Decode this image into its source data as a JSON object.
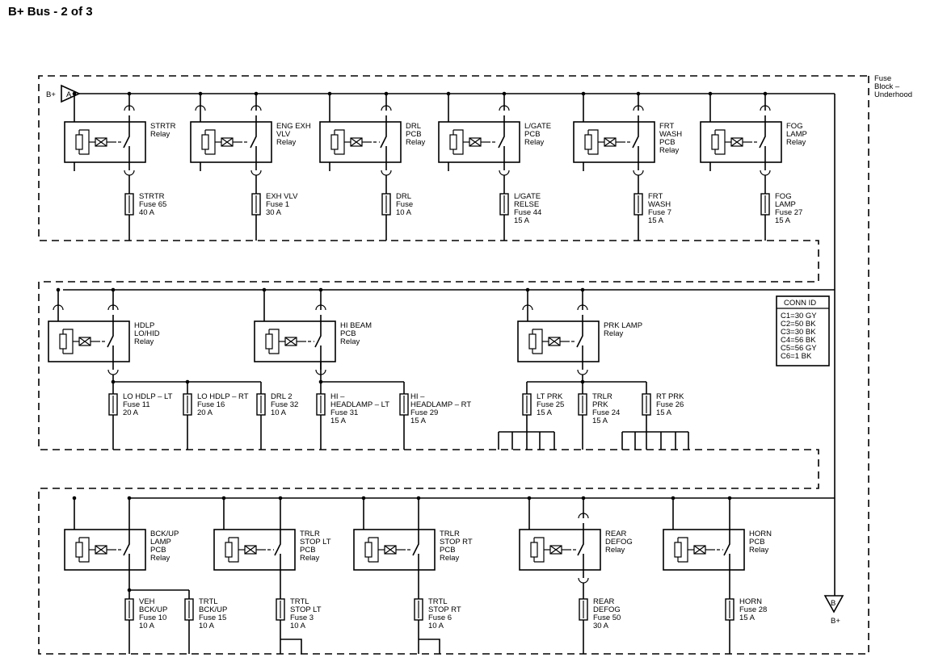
{
  "title": "B+ Bus - 2 of 3",
  "connector_a": {
    "label": "A",
    "bus": "B+"
  },
  "connector_b": {
    "label": "B",
    "bus": "B+"
  },
  "fuse_block": [
    "Fuse",
    "Block –",
    "Underhood"
  ],
  "conn_id": {
    "title": "CONN ID",
    "rows": [
      "C1=30 GY",
      "C2=50 BK",
      "C3=30 BK",
      "C4=56 BK",
      "C5=56 GY",
      "C6=1 BK"
    ]
  },
  "relays": [
    {
      "name": "strtr-relay",
      "lines": [
        "STRTR",
        "Relay"
      ]
    },
    {
      "name": "eng-exh-vlv-relay",
      "lines": [
        "ENG EXH",
        "VLV",
        "Relay"
      ]
    },
    {
      "name": "drl-pcb-relay",
      "lines": [
        "DRL",
        "PCB",
        "Relay"
      ]
    },
    {
      "name": "lgate-pcb-relay",
      "lines": [
        "L/GATE",
        "PCB",
        "Relay"
      ]
    },
    {
      "name": "frt-wash-pcb-relay",
      "lines": [
        "FRT",
        "WASH",
        "PCB",
        "Relay"
      ]
    },
    {
      "name": "fog-lamp-relay",
      "lines": [
        "FOG",
        "LAMP",
        "Relay"
      ]
    },
    {
      "name": "hdlp-lohid-relay",
      "lines": [
        "HDLP",
        "LO/HID",
        "Relay"
      ]
    },
    {
      "name": "hi-beam-pcb-relay",
      "lines": [
        "HI BEAM",
        "PCB",
        "Relay"
      ]
    },
    {
      "name": "prk-lamp-relay",
      "lines": [
        "PRK LAMP",
        "Relay"
      ]
    },
    {
      "name": "bckup-lamp-pcb-relay",
      "lines": [
        "BCK/UP",
        "LAMP",
        "PCB",
        "Relay"
      ]
    },
    {
      "name": "trlr-stop-lt-pcb-relay",
      "lines": [
        "TRLR",
        "STOP LT",
        "PCB",
        "Relay"
      ]
    },
    {
      "name": "trlr-stop-rt-pcb-relay",
      "lines": [
        "TRLR",
        "STOP RT",
        "PCB",
        "Relay"
      ]
    },
    {
      "name": "rear-defog-relay",
      "lines": [
        "REAR",
        "DEFOG",
        "Relay"
      ]
    },
    {
      "name": "horn-pcb-relay",
      "lines": [
        "HORN",
        "PCB",
        "Relay"
      ]
    }
  ],
  "fuses": [
    {
      "name": "strtr-fuse",
      "lines": [
        "STRTR",
        "Fuse 65",
        "40 A"
      ]
    },
    {
      "name": "exh-vlv-fuse",
      "lines": [
        "EXH VLV",
        "Fuse 1",
        "30 A"
      ]
    },
    {
      "name": "drl-fuse",
      "lines": [
        "DRL",
        "Fuse",
        "10 A"
      ]
    },
    {
      "name": "lgate-relse-fuse",
      "lines": [
        "L/GATE",
        "RELSE",
        "Fuse 44",
        "15 A"
      ]
    },
    {
      "name": "frt-wash-fuse",
      "lines": [
        "FRT",
        "WASH",
        "Fuse 7",
        "15 A"
      ]
    },
    {
      "name": "fog-lamp-fuse",
      "lines": [
        "FOG",
        "LAMP",
        "Fuse 27",
        "15 A"
      ]
    },
    {
      "name": "lo-hdlp-lt-fuse",
      "lines": [
        "LO HDLP – LT",
        "Fuse 11",
        "20 A"
      ]
    },
    {
      "name": "lo-hdlp-rt-fuse",
      "lines": [
        "LO HDLP – RT",
        "Fuse 16",
        "20 A"
      ]
    },
    {
      "name": "drl2-fuse",
      "lines": [
        "DRL 2",
        "Fuse 32",
        "10 A"
      ]
    },
    {
      "name": "hi-headlamp-lt-fuse",
      "lines": [
        "HI –",
        "HEADLAMP – LT",
        "Fuse 31",
        "15 A"
      ]
    },
    {
      "name": "hi-headlamp-rt-fuse",
      "lines": [
        "HI –",
        "HEADLAMP – RT",
        "Fuse 29",
        "15 A"
      ]
    },
    {
      "name": "lt-prk-fuse",
      "lines": [
        "LT PRK",
        "Fuse 25",
        "15 A"
      ]
    },
    {
      "name": "trlr-prk-fuse",
      "lines": [
        "TRLR",
        "PRK",
        "Fuse 24",
        "15 A"
      ]
    },
    {
      "name": "rt-prk-fuse",
      "lines": [
        "RT PRK",
        "Fuse 26",
        "15 A"
      ]
    },
    {
      "name": "veh-bckup-fuse",
      "lines": [
        "VEH",
        "BCK/UP",
        "Fuse 10",
        "10 A"
      ]
    },
    {
      "name": "trtl-bckup-fuse",
      "lines": [
        "TRTL",
        "BCK/UP",
        "Fuse 15",
        "10 A"
      ]
    },
    {
      "name": "trtl-stop-lt-fuse",
      "lines": [
        "TRTL",
        "STOP LT",
        "Fuse 3",
        "10 A"
      ]
    },
    {
      "name": "trtl-stop-rt-fuse",
      "lines": [
        "TRTL",
        "STOP RT",
        "Fuse 6",
        "10 A"
      ]
    },
    {
      "name": "rear-defog-fuse",
      "lines": [
        "REAR",
        "DEFOG",
        "Fuse 50",
        "30 A"
      ]
    },
    {
      "name": "horn-fuse",
      "lines": [
        "HORN",
        "Fuse 28",
        "15 A"
      ]
    }
  ]
}
